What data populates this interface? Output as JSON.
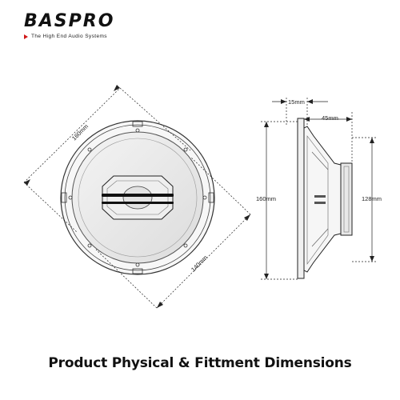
{
  "brand": {
    "name": "BASPRO",
    "tagline": "The High End Audio Systems",
    "accent_color": "#d01818"
  },
  "front_view": {
    "diagonal_dimension": "160mm",
    "mounting_dimension": "140mm"
  },
  "side_view": {
    "mount_depth": "15mm",
    "total_depth": "45mm",
    "outer_height": "160mm",
    "magnet_height": "128mm"
  },
  "caption": "Product Physical & Fittment Dimensions"
}
